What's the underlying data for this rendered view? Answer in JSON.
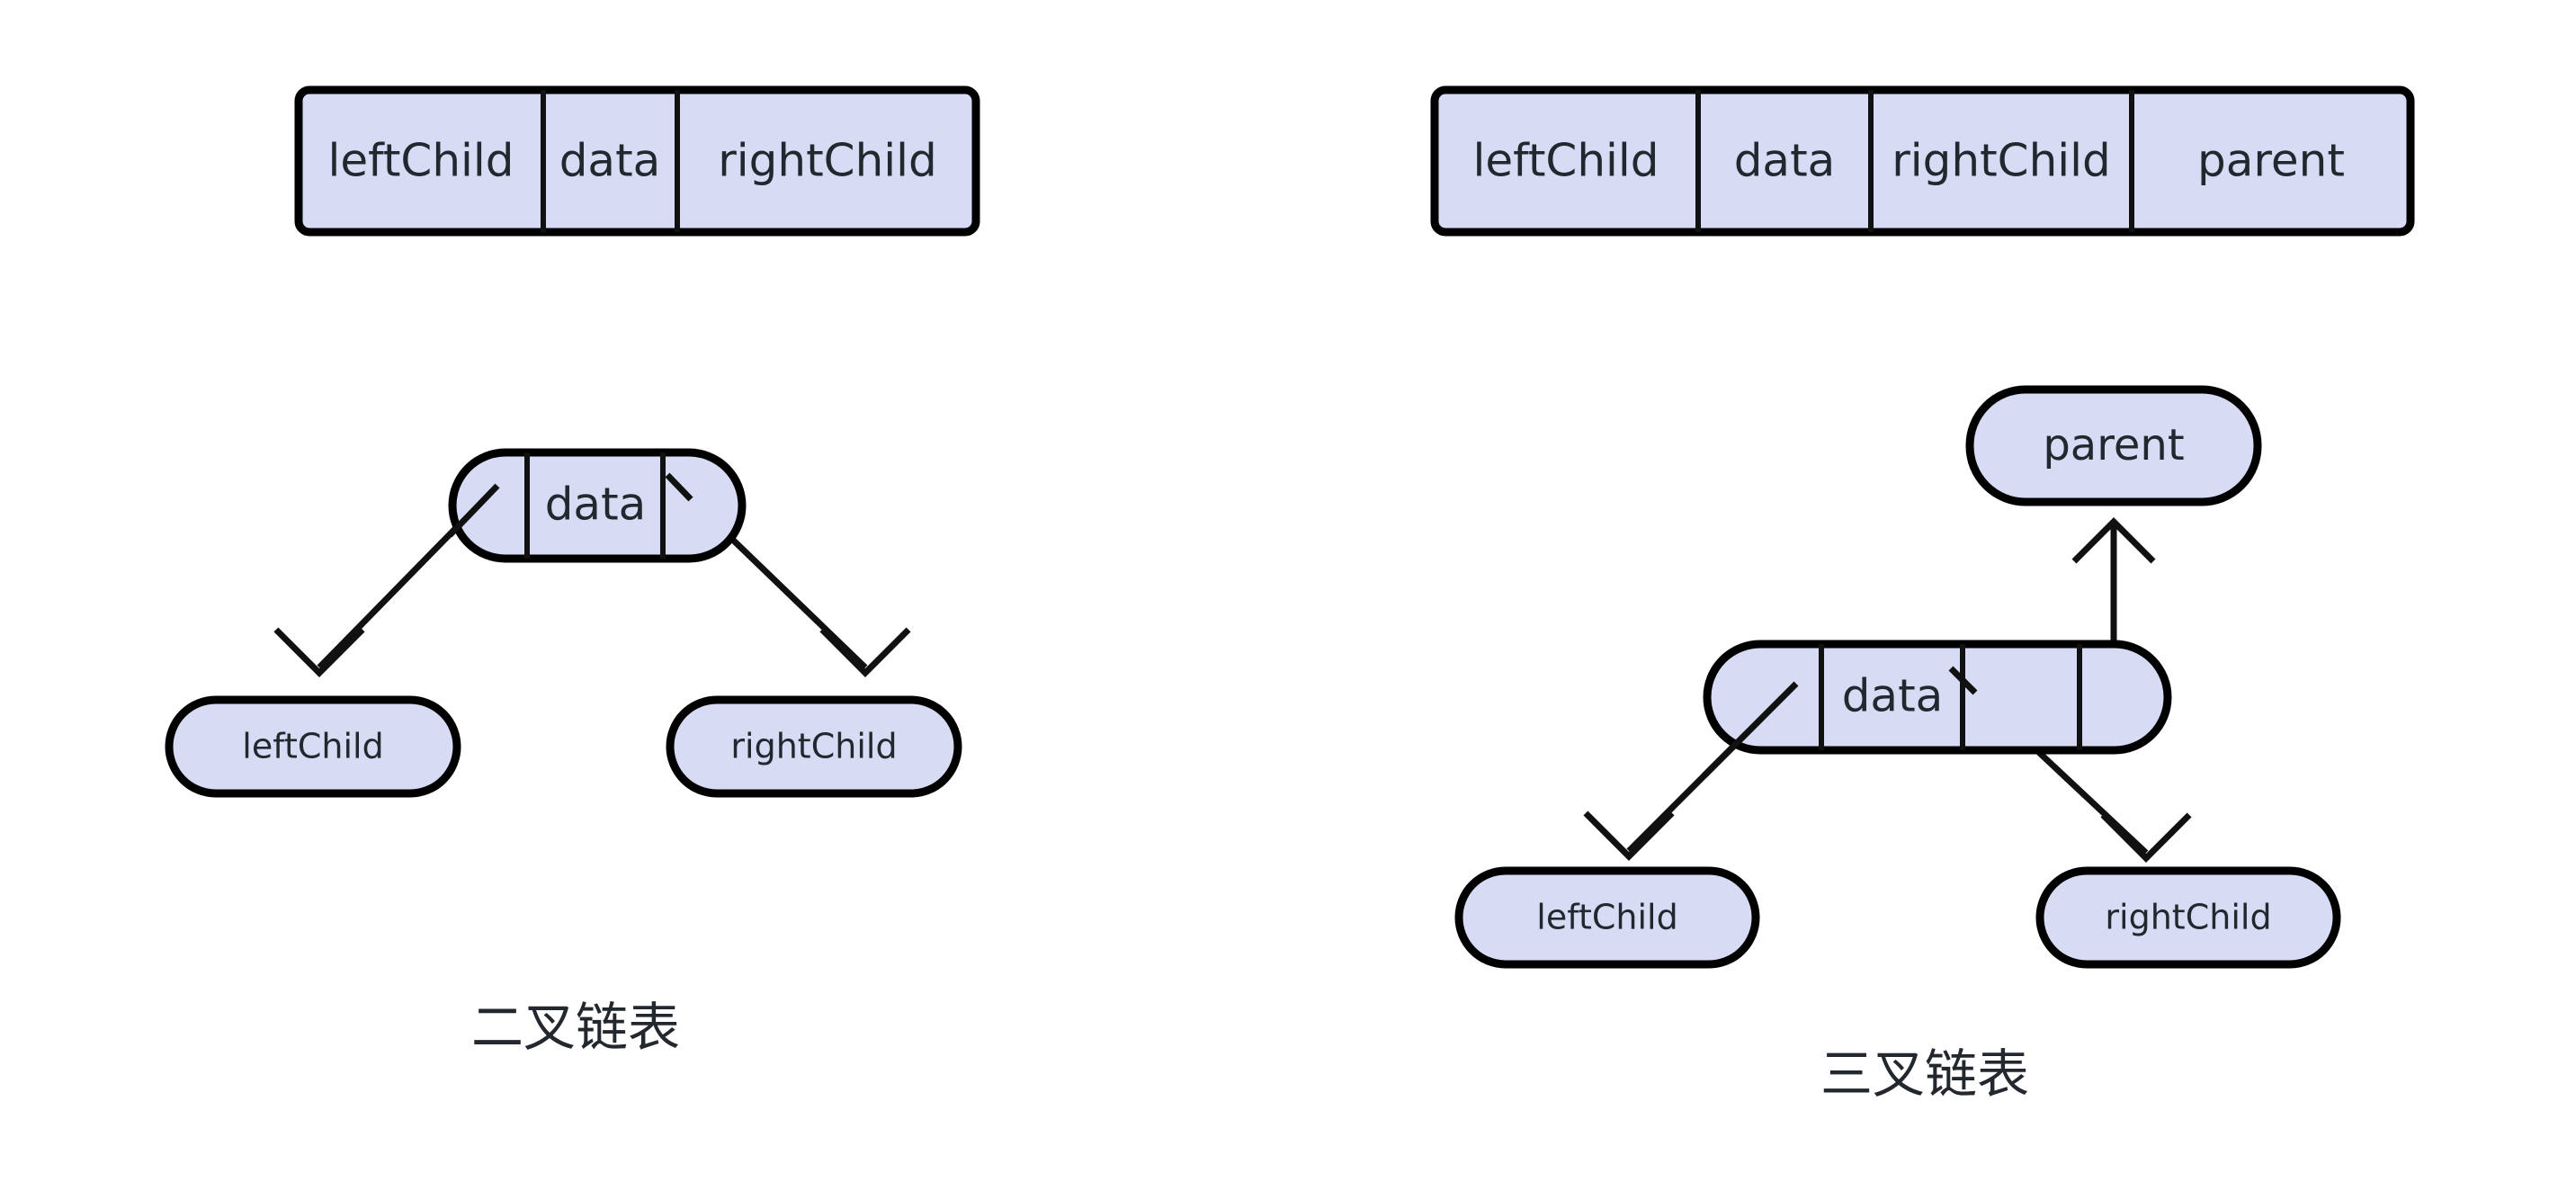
{
  "figure": {
    "background_color": "#ffffff",
    "node_fill_color": "#d7dbf4",
    "node_border_color": "#000000",
    "text_color": "#23272e"
  },
  "left_panel": {
    "caption": "二叉链表",
    "struct_table": {
      "cells": [
        {
          "label": "leftChild"
        },
        {
          "label": "data"
        },
        {
          "label": "rightChild"
        }
      ]
    },
    "node": {
      "data_label": "data",
      "left_pointer_label": "",
      "right_pointer_label": ""
    },
    "children": [
      {
        "label": "leftChild"
      },
      {
        "label": "rightChild"
      }
    ]
  },
  "right_panel": {
    "caption": "三叉链表",
    "struct_table": {
      "cells": [
        {
          "label": "leftChild"
        },
        {
          "label": "data"
        },
        {
          "label": "rightChild"
        },
        {
          "label": "parent"
        }
      ]
    },
    "node": {
      "data_label": "data",
      "left_pointer_label": "",
      "right_pointer_label": "",
      "parent_pointer_label": ""
    },
    "children": [
      {
        "label": "leftChild"
      },
      {
        "label": "rightChild"
      }
    ],
    "parent_node": {
      "label": "parent"
    }
  }
}
